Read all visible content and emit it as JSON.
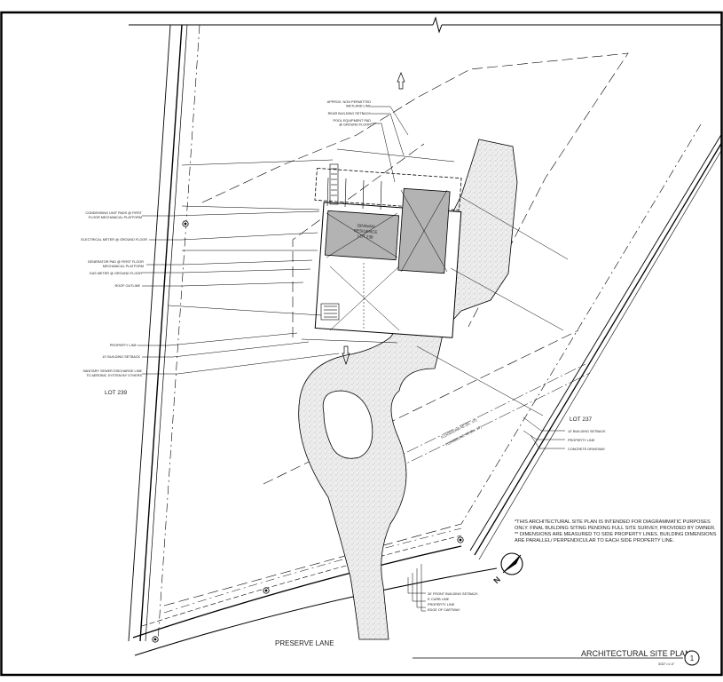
{
  "plan": {
    "callouts_top": [
      "APPROX. NON PERMITTED",
      "WETLAND LINE",
      "REAR BUILDING SETBACK",
      "POOL EQUIPMENT PAD",
      "@ GROUND FLOOR"
    ],
    "callouts_left": [
      "CONDENSING UNIT PADS @ FIRST",
      "FLOOR MECHANICAL PLATFORM",
      "ELECTRICAL METER @ GROUND FLOOR",
      "GENERATOR PAD @ FIRST FLOOR",
      "MECHANICAL PLATFORM",
      "GAS METER @ GROUND FLOOR",
      "ROOF OUTLINE",
      "PROPERTY LINE",
      "10' BUILDING SETBACK",
      "SANITARY SEWER DISCHARGE LINE",
      "TO AEROBIC SYSTEM BY OTHERS"
    ],
    "callouts_right": [
      "10' BUILDING SETBACK",
      "PROPERTY LINE",
      "CONCRETE DRIVEWAY"
    ],
    "callouts_bottom": [
      "30' FRONT BUILDING SETBACK",
      "5' CURB LINE",
      "PROPERTY LINE",
      "EDGE OF CARTWAY"
    ],
    "residence": [
      "GINAVAN",
      "RESIDENCE",
      "LOT 238"
    ],
    "lot_239": "LOT 239",
    "lot_237": "LOT 237",
    "street": "PRESERVE LANE",
    "diagonal_labels": [
      "FLOODZONE AE (EL. 13')",
      "FLOODZONE VE (EL. 13')"
    ],
    "north_label": "N",
    "disclaimer": [
      "*THIS ARCHITECTURAL SITE PLAN IS INTENDED FOR DIAGRAMMATIC PURPOSES",
      "ONLY. FINAL BUILDING SITING PENDING FULL SITE SURVEY, PROVIDED BY OWNER.",
      "** DIMENSIONS ARE MEASURED TO SIDE PROPERTY LINES. BUILDING DIMENSIONS",
      "ARE PARALLEL/ PERPENDICULAR TO EACH SIDE PROPERTY LINE."
    ],
    "title": "ARCHITECTURAL SITE PLAN",
    "scale": "3/32\"=1'-0\"",
    "drawing_number": "1"
  }
}
